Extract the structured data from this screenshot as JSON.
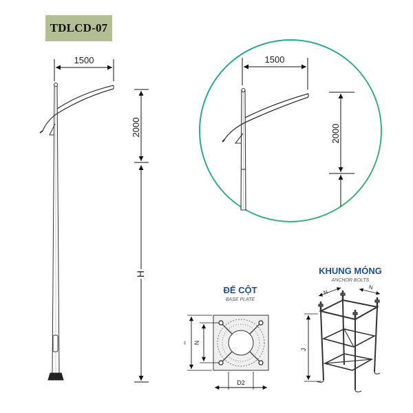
{
  "model_code": "TDLCD-07",
  "colors": {
    "badge_bg": "#b2bf94",
    "circle_stroke": "#1aa5a8",
    "title_blue": "#1f4e8c"
  },
  "main_drawing": {
    "arm_length": "1500",
    "arm_height": "2000",
    "pole_height": "H"
  },
  "detail_view": {
    "arm_length": "1500",
    "arm_height": "2000"
  },
  "base_plate": {
    "title": "ĐẾ CỘT",
    "subtitle": "BASE PLATE",
    "dim_n": "N",
    "dim_outer": "'''",
    "dim_d2": "D2"
  },
  "anchor_bolts": {
    "title": "KHUNG MÓNG",
    "subtitle": "ANCHOR BOLTS",
    "dim_n1": "N",
    "dim_n2": "N",
    "dim_j": "J"
  }
}
